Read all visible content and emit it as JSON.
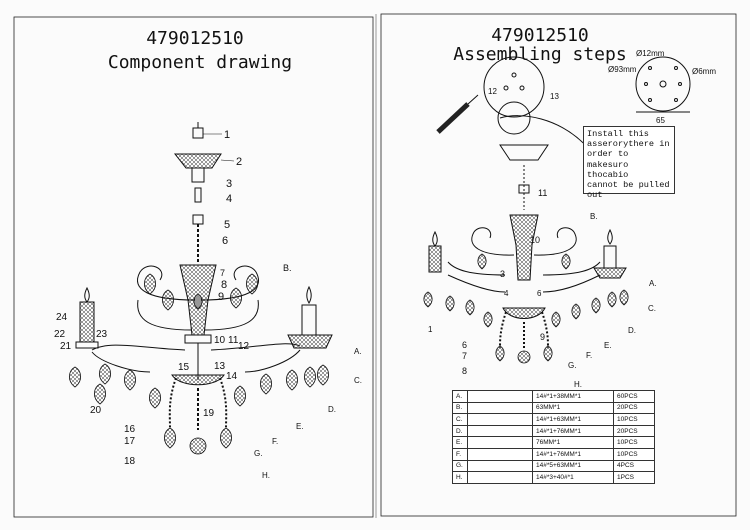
{
  "left_panel": {
    "model_number": "479012510",
    "title": "Component drawing",
    "callouts": [
      "1",
      "2",
      "3",
      "4",
      "5",
      "6",
      "7",
      "8",
      "9",
      "10",
      "11",
      "12",
      "13",
      "14",
      "15",
      "16",
      "17",
      "18",
      "19",
      "20",
      "21",
      "22",
      "23",
      "24"
    ],
    "crystal_labels": [
      "A.",
      "B.",
      "C.",
      "D.",
      "E.",
      "F.",
      "G.",
      "H."
    ]
  },
  "right_panel": {
    "model_number": "479012510",
    "title": "Assembling steps",
    "callouts": [
      "1",
      "3",
      "4",
      "6",
      "7",
      "8",
      "9",
      "10",
      "11",
      "12",
      "13"
    ],
    "crystal_labels": [
      "A.",
      "B.",
      "C.",
      "D.",
      "E.",
      "F.",
      "G.",
      "H."
    ],
    "canopy_dims": {
      "outer": "Ø93mm",
      "center": "Ø12mm",
      "holes": "Ø6mm",
      "spacing": "65"
    },
    "note_lines": [
      "Install this",
      "asserorythere in",
      "order to",
      "makesuro thocabio",
      "cannot be pulled",
      "out"
    ],
    "parts_table": [
      {
        "key": "A.",
        "size": "14#*1+38MM*1",
        "qty": "60PCS"
      },
      {
        "key": "B.",
        "size": "63MM*1",
        "qty": "20PCS"
      },
      {
        "key": "C.",
        "size": "14#*1+63MM*1",
        "qty": "10PCS"
      },
      {
        "key": "D.",
        "size": "14#*1+76MM*1",
        "qty": "20PCS"
      },
      {
        "key": "E.",
        "size": "76MM*1",
        "qty": "10PCS"
      },
      {
        "key": "F.",
        "size": "14#*1+76MM*1",
        "qty": "10PCS"
      },
      {
        "key": "G.",
        "size": "14#*5+63MM*1",
        "qty": "4PCS"
      },
      {
        "key": "H.",
        "size": "14#*3+40#*1",
        "qty": "1PCS"
      }
    ]
  }
}
